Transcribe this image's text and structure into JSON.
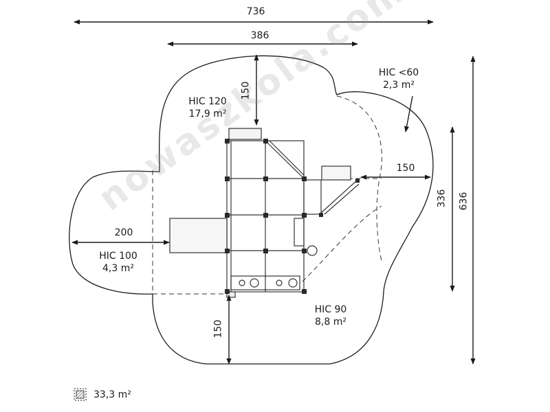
{
  "dimensions": {
    "total_width": "736",
    "structure_width": "386",
    "total_depth": "636",
    "structure_depth": "336",
    "clearance_top": "150",
    "clearance_right": "150",
    "clearance_bottom": "150",
    "clearance_left": "200"
  },
  "zones": [
    {
      "hic": "HIC 120",
      "area": "17,9 m²"
    },
    {
      "hic": "HIC <60",
      "area": "2,3 m²"
    },
    {
      "hic": "HIC 100",
      "area": "4,3 m²"
    },
    {
      "hic": "HIC 90",
      "area": "8,8 m²"
    }
  ],
  "legend": {
    "icon": "hatched-square-icon",
    "total_area": "33,3 m²"
  },
  "watermark": "nowaszkola.com",
  "colors": {
    "line": "#1a1a1a",
    "structure": "#333333",
    "watermark": "#969696"
  }
}
